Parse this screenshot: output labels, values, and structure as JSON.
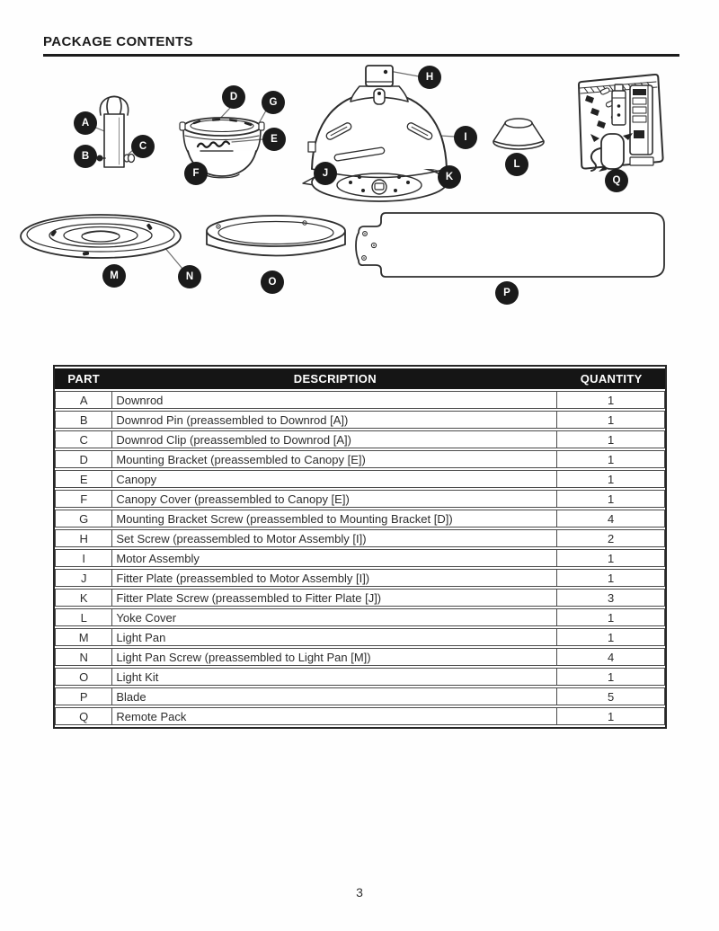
{
  "title": "PACKAGE CONTENTS",
  "page_number": "3",
  "colors": {
    "header_bg": "#151515",
    "badge_bg": "#1b1b1b",
    "text": "#262626"
  },
  "diagram": {
    "badges": [
      "A",
      "B",
      "C",
      "D",
      "E",
      "F",
      "G",
      "H",
      "I",
      "J",
      "K",
      "L",
      "M",
      "N",
      "O",
      "P",
      "Q"
    ]
  },
  "table": {
    "headers": {
      "part": "PART",
      "description": "DESCRIPTION",
      "quantity": "QUANTITY"
    },
    "rows": [
      {
        "part": "A",
        "description": "Downrod",
        "quantity": "1"
      },
      {
        "part": "B",
        "description": "Downrod Pin (preassembled to Downrod [A])",
        "quantity": "1"
      },
      {
        "part": "C",
        "description": "Downrod Clip (preassembled to Downrod [A])",
        "quantity": "1"
      },
      {
        "part": "D",
        "description": "Mounting Bracket (preassembled to Canopy [E])",
        "quantity": "1"
      },
      {
        "part": "E",
        "description": "Canopy",
        "quantity": "1"
      },
      {
        "part": "F",
        "description": "Canopy Cover (preassembled to Canopy [E])",
        "quantity": "1"
      },
      {
        "part": "G",
        "description": "Mounting Bracket Screw (preassembled to Mounting Bracket [D])",
        "quantity": "4"
      },
      {
        "part": "H",
        "description": "Set Screw (preassembled to Motor Assembly [I])",
        "quantity": "2"
      },
      {
        "part": "I",
        "description": "Motor Assembly",
        "quantity": "1"
      },
      {
        "part": "J",
        "description": "Fitter Plate (preassembled to Motor Assembly [I])",
        "quantity": "1"
      },
      {
        "part": "K",
        "description": "Fitter Plate Screw (preassembled to Fitter Plate [J])",
        "quantity": "3"
      },
      {
        "part": "L",
        "description": "Yoke Cover",
        "quantity": "1"
      },
      {
        "part": "M",
        "description": "Light Pan",
        "quantity": "1"
      },
      {
        "part": "N",
        "description": "Light Pan Screw (preassembled to Light Pan [M])",
        "quantity": "4"
      },
      {
        "part": "O",
        "description": "Light Kit",
        "quantity": "1"
      },
      {
        "part": "P",
        "description": "Blade",
        "quantity": "5"
      },
      {
        "part": "Q",
        "description": "Remote Pack",
        "quantity": "1"
      }
    ]
  }
}
